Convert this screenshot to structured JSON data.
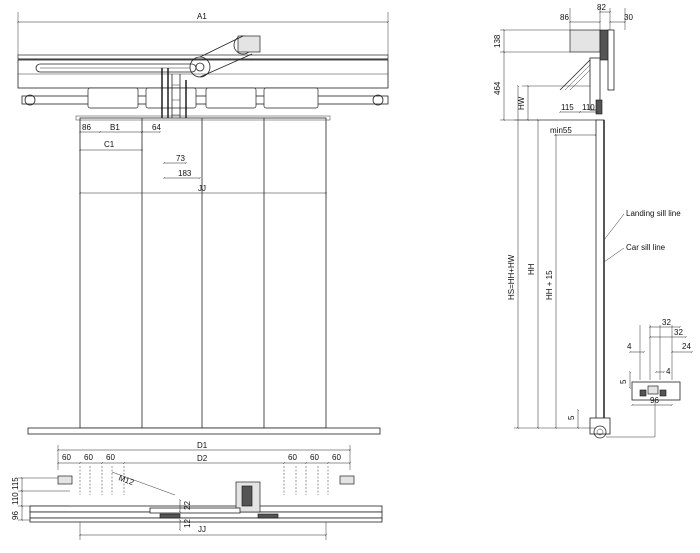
{
  "front_view": {
    "A1": "A1",
    "B1": "B1",
    "C1": "C1",
    "JJ": "JJ",
    "d86": "86",
    "d64": "64",
    "d73": "73",
    "d183": "183"
  },
  "plan_view": {
    "D1": "D1",
    "D2": "D2",
    "M12": "M12",
    "JJ": "JJ",
    "d60": "60",
    "d22": "22",
    "d12": "12",
    "d96": "96",
    "d110": "110",
    "d115": "115"
  },
  "side_view": {
    "d86": "86",
    "d82": "82",
    "d30": "30",
    "d138": "138",
    "d464": "464",
    "HW": "HW",
    "d115": "115",
    "d110": "110",
    "min55": "min55",
    "HS": "HS=HH+HW",
    "HH": "HH",
    "HH15": "HH + 15",
    "d5": "5",
    "landing_sill": "Landing sill line",
    "car_sill": "Car sill line"
  },
  "sill_detail": {
    "d32a": "32",
    "d32b": "32",
    "d4a": "4",
    "d24": "24",
    "d4b": "4",
    "d5": "5",
    "d96": "96"
  }
}
